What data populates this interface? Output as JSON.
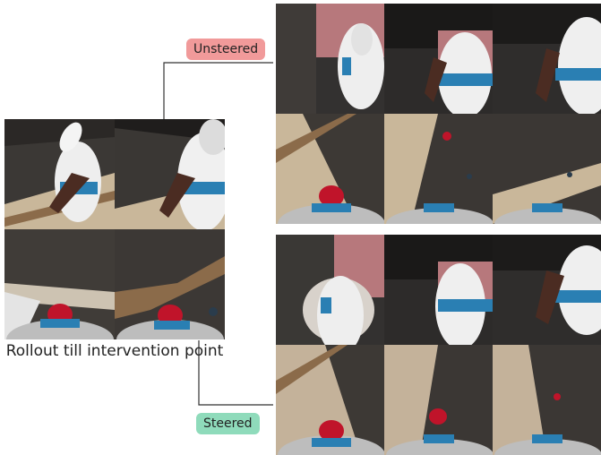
{
  "left_caption": "Rollout till intervention point",
  "labels": {
    "unsteered": "Unsteered",
    "steered": "Steered"
  },
  "colors": {
    "unsteered_pill": "#f19a9a",
    "steered_pill": "#8fdbbb",
    "connector": "#333333",
    "robot_blue": "#2a7fb3",
    "robot_red": "#c0142a",
    "floor": "#c9b79a",
    "wall_dark": "#3f3b38",
    "wall_red": "#b7787c"
  }
}
